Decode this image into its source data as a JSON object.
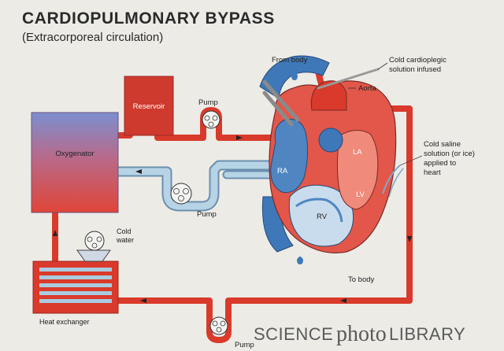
{
  "title": "CARDIOPULMONARY  BYPASS",
  "subtitle": "(Extracorporeal circulation)",
  "labels": {
    "reservoir": "Reservoir",
    "oxygenator": "Oxygenator",
    "pump_top": "Pump",
    "pump_middle": "Pump",
    "pump_bottom": "Pump",
    "cold_water_1": "Cold",
    "cold_water_2": "water",
    "heat_exchanger": "Heat exchanger",
    "from_body": "From body",
    "aorta": "Aorta",
    "to_body": "To body",
    "cardioplegic_1": "Cold cardioplegic",
    "cardioplegic_2": "solution infused",
    "saline_1": "Cold saline",
    "saline_2": "solution (or ice)",
    "saline_3": "applied to",
    "saline_4": "heart",
    "ra": "RA",
    "la": "LA",
    "lv": "LV",
    "rv": "RV"
  },
  "watermark": {
    "part1": "SCIENCE",
    "part2": "photo",
    "part3": "LIBRARY"
  },
  "colors": {
    "arterial": "#d93a2b",
    "venous": "#a9cbe0",
    "reservoir": "#cf3a2e",
    "background": "#ecebe6"
  }
}
